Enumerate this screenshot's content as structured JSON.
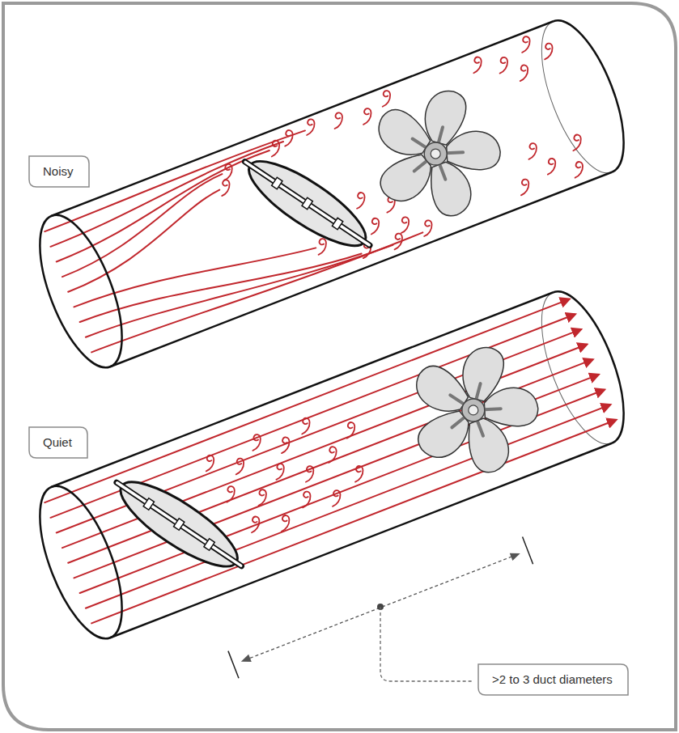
{
  "diagram": {
    "nodes": [
      {
        "text": [
          "Noisy"
        ]
      },
      {
        "text": [
          "Quiet"
        ]
      },
      {
        "text": [
          ">2 to 3 duct diameters"
        ]
      }
    ]
  }
}
